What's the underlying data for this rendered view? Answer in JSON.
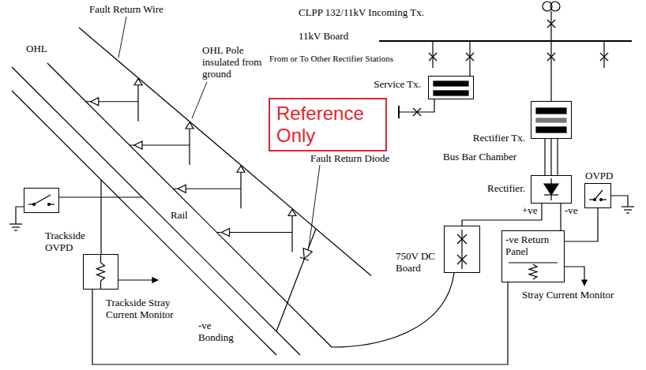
{
  "diagram": {
    "nodes": [
      {
        "text": [
          "Reference Only"
        ]
      },
      {
        "text": [
          "Service Tx."
        ]
      },
      {
        "text": [
          "Rectifier Tx."
        ]
      },
      {
        "text": [
          "Rectifier."
        ]
      },
      {
        "text": [
          "750V DC Board"
        ]
      },
      {
        "text": [
          "-ve Return Panel"
        ]
      },
      {
        "text": [
          "OVPD"
        ]
      },
      {
        "text": [
          "Trackside OVPD"
        ]
      },
      {
        "text": [
          "Trackside Stray Current Monitor"
        ]
      }
    ],
    "edges": [
      {
        "from": 2,
        "to": 3,
        "arrow": "none"
      },
      {
        "from": 3,
        "to": 4,
        "arrow": "none"
      },
      {
        "from": 3,
        "to": 5,
        "arrow": "none"
      },
      {
        "from": 5,
        "to": 6,
        "arrow": "none"
      },
      {
        "from": 8,
        "to": 5,
        "arrow": "none"
      }
    ],
    "labels": [
      "Fault Return Wire",
      "OHL",
      "OHL Pole insulated from ground",
      "CLPP 132/11kV Incoming Tx.",
      "11kV Board",
      "From or To Other Rectifier Stations",
      "Fault Return Diode",
      "Bus Bar Chamber",
      "+ve",
      "-ve",
      "Rail",
      "-ve Bonding",
      "Stray Current Monitor"
    ]
  }
}
